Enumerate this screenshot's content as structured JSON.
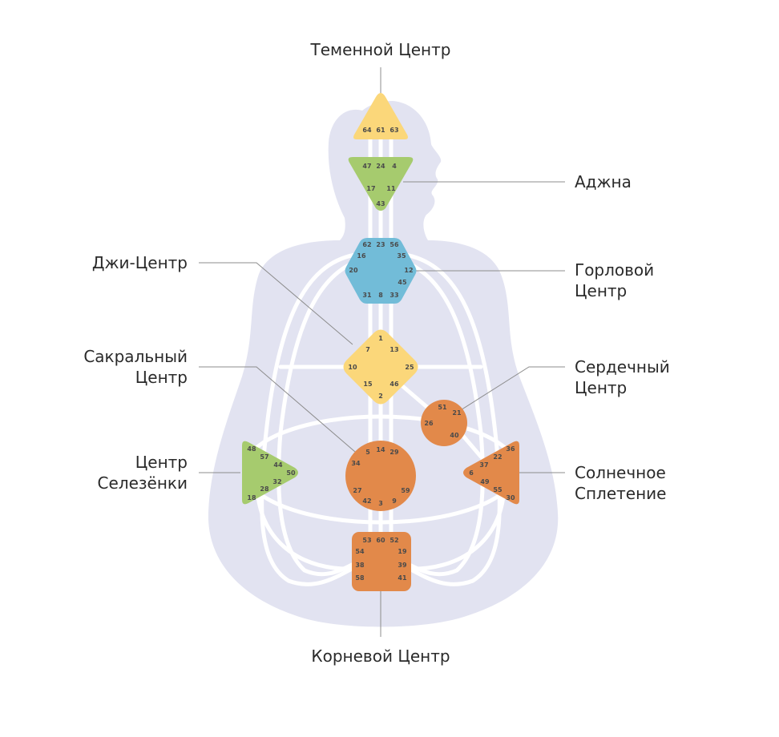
{
  "colors": {
    "body": "#e2e3f1",
    "yellow": "#fbd77a",
    "green": "#a6cb6e",
    "blue": "#72bcd8",
    "orange": "#e2894a",
    "line": "#8c8c8c"
  },
  "centers": {
    "head": {
      "label": [
        "Теменной Центр"
      ],
      "gates": [
        "64",
        "61",
        "63"
      ]
    },
    "ajna": {
      "label": [
        "Аджна"
      ],
      "gates": [
        "47",
        "24",
        "4",
        "17",
        "11",
        "43"
      ]
    },
    "throat": {
      "label": [
        "Горловой",
        "Центр"
      ],
      "gates": [
        "62",
        "23",
        "56",
        "16",
        "35",
        "20",
        "12",
        "45",
        "31",
        "8",
        "33"
      ]
    },
    "g": {
      "label": [
        "Джи-Центр"
      ],
      "gates": [
        "1",
        "7",
        "13",
        "10",
        "25",
        "15",
        "46",
        "2"
      ]
    },
    "sacral": {
      "label": [
        "Сакральный",
        "Центр"
      ],
      "gates": [
        "5",
        "14",
        "29",
        "34",
        "27",
        "59",
        "42",
        "3",
        "9"
      ]
    },
    "heart": {
      "label": [
        "Сердечный",
        "Центр"
      ],
      "gates": [
        "51",
        "21",
        "26",
        "40"
      ]
    },
    "spleen": {
      "label": [
        "Центр",
        "Селезёнки"
      ],
      "gates": [
        "48",
        "57",
        "44",
        "50",
        "32",
        "28",
        "18"
      ]
    },
    "solar": {
      "label": [
        "Солнечное",
        "Сплетение"
      ],
      "gates": [
        "36",
        "22",
        "37",
        "6",
        "49",
        "55",
        "30"
      ]
    },
    "root": {
      "label": [
        "Корневой Центр"
      ],
      "gates": [
        "53",
        "60",
        "52",
        "54",
        "19",
        "38",
        "39",
        "58",
        "41"
      ]
    }
  }
}
